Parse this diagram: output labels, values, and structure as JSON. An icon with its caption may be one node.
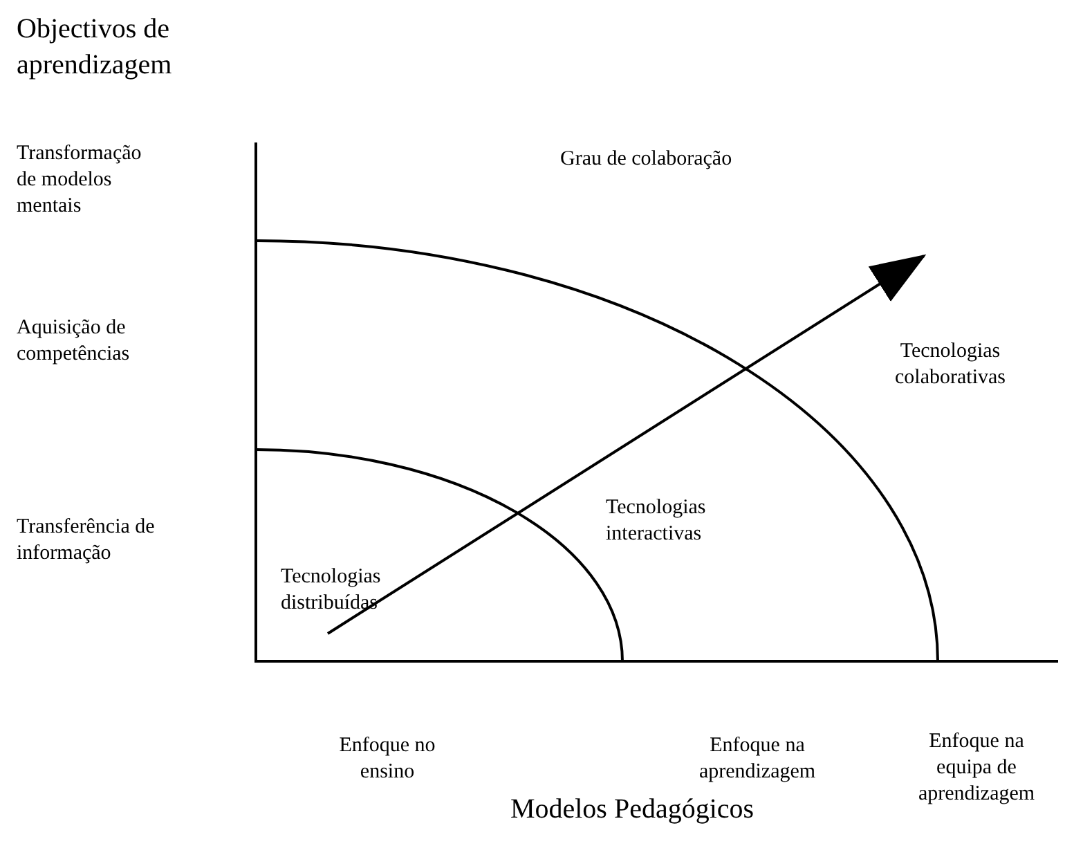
{
  "diagram": {
    "labels": [
      "Objectivos de aprendizagem",
      "Transformação de modelos mentais",
      "Grau de colaboração",
      "Aquisição de competências",
      "Tecnologias colaborativas",
      "Tecnologias interactivas",
      "Transferência de informação",
      "Tecnologias distribuídas",
      "Enfoque no ensino",
      "Enfoque na aprendizagem",
      "Enfoque na equipa de aprendizagem",
      "Modelos Pedagógicos"
    ]
  }
}
